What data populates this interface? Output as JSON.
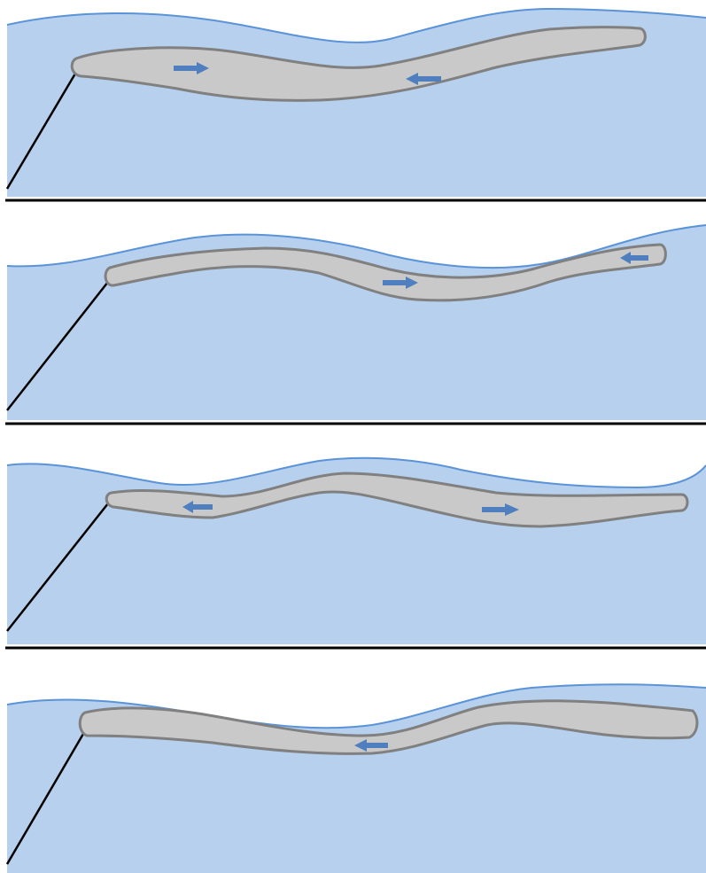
{
  "colors": {
    "water": "#b6d0ed",
    "surface_line": "#5b93d8",
    "body_fill": "#c9c9c9",
    "body_outline": "#808080",
    "arrow": "#4f7fbf",
    "tether": "#000000",
    "divider": "#000000",
    "background": "#ffffff"
  },
  "panels": [
    {
      "name": "panel-1",
      "arrows": [
        {
          "direction": "right"
        },
        {
          "direction": "left"
        }
      ]
    },
    {
      "name": "panel-2",
      "arrows": [
        {
          "direction": "right"
        },
        {
          "direction": "left"
        }
      ]
    },
    {
      "name": "panel-3",
      "arrows": [
        {
          "direction": "left"
        },
        {
          "direction": "right"
        }
      ]
    },
    {
      "name": "panel-4",
      "arrows": [
        {
          "direction": "left"
        }
      ]
    }
  ]
}
